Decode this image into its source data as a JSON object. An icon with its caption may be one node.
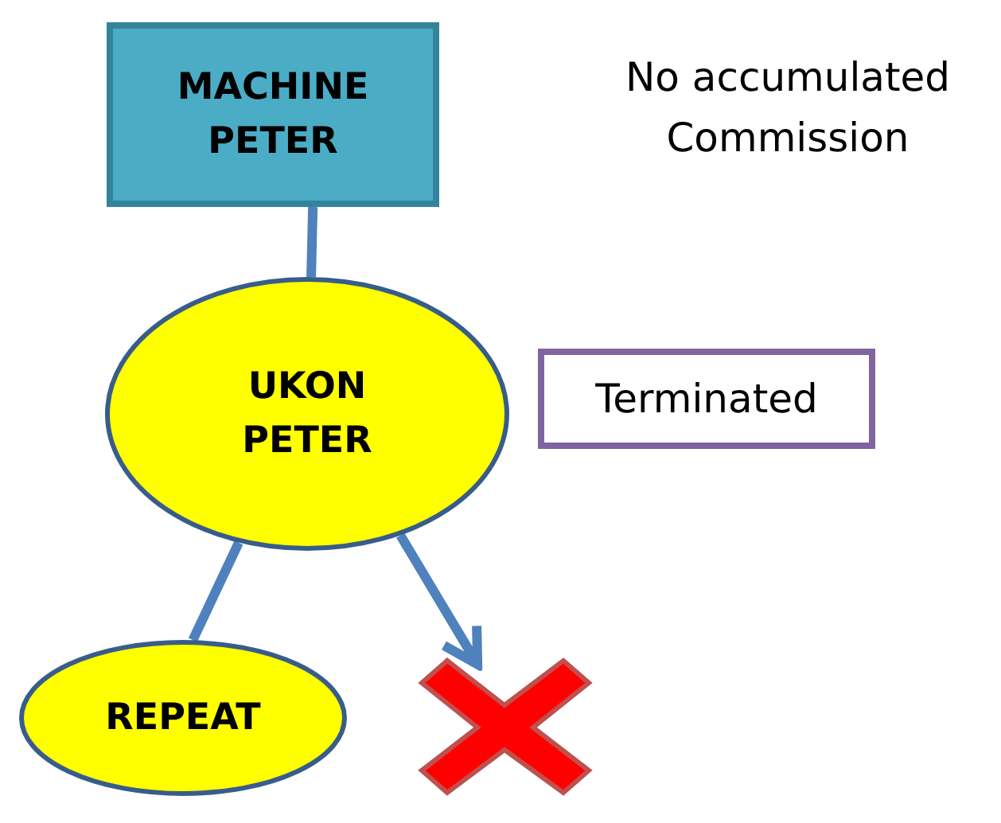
{
  "diagram": {
    "nodes": [
      {
        "text": [
          "MACHINE PETER"
        ]
      },
      {
        "text": [
          "UKON PETER"
        ]
      },
      {
        "text": [
          "Terminated"
        ]
      },
      {
        "text": [
          "REPEAT"
        ]
      },
      {
        "text": [],
        "shape": "cross"
      }
    ],
    "edges": [
      {
        "from": 0,
        "to": 1,
        "arrow": "none"
      },
      {
        "from": 1,
        "to": 3,
        "arrow": "none"
      },
      {
        "from": 1,
        "to": 4,
        "arrow": "to"
      }
    ],
    "labels": [
      "No accumulated Commission"
    ]
  }
}
